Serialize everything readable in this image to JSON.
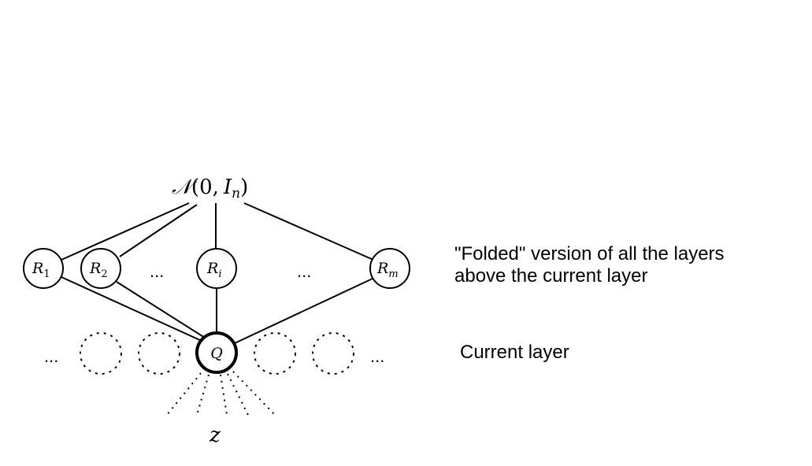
{
  "prior": {
    "symbol": "𝒩",
    "open": "(0,",
    "var": "I",
    "sub": "n",
    "close": ")"
  },
  "r_nodes": [
    {
      "base": "R",
      "sub": "1"
    },
    {
      "base": "R",
      "sub": "2"
    },
    {
      "base": "R",
      "sub": "i"
    },
    {
      "base": "R",
      "sub": "m"
    }
  ],
  "q_node": {
    "label": "Q"
  },
  "ellipses": {
    "top_left": "...",
    "top_right": "...",
    "bottom_left": "...",
    "bottom_right": "..."
  },
  "latent": {
    "label": "z"
  },
  "captions": {
    "folded_line1": "\"Folded\" version of all the layers",
    "folded_line2": "above the current layer",
    "current": "Current layer"
  }
}
